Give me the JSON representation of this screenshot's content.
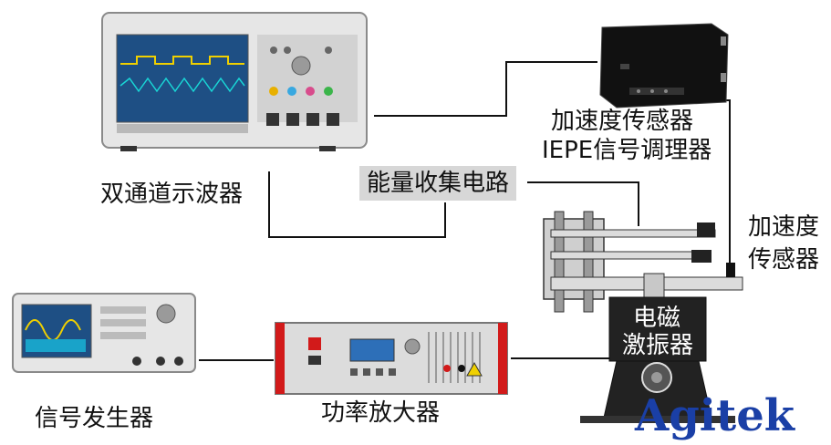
{
  "labels": {
    "oscilloscope": "双通道示波器",
    "harvest_circuit": "能量收集电路",
    "iepe_line1": "加速度传感器",
    "iepe_line2": "IEPE信号调理器",
    "sensor_line1": "加速度",
    "sensor_line2": "传感器",
    "shaker_line1": "电磁",
    "shaker_line2": "激振器",
    "signal_generator": "信号发生器",
    "amplifier": "功率放大器"
  },
  "brand": {
    "logo_text": "Agitek"
  },
  "colors": {
    "brand_blue": "#1a3fa6",
    "label_bg": "#d7d7d7",
    "amp_red": "#d21a1a",
    "conditioner_black": "#111111"
  }
}
